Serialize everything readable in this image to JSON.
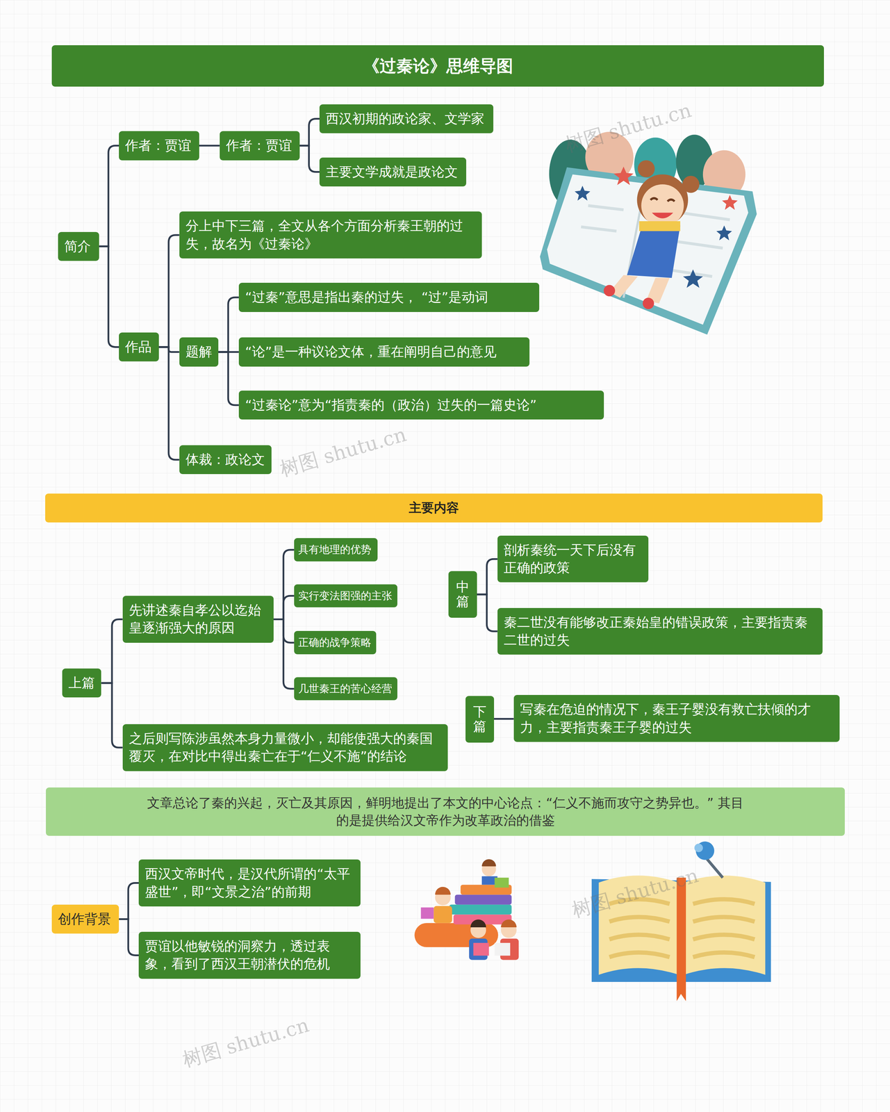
{
  "diagram": {
    "title": "《过秦论》思维导图",
    "nodes": [
      {
        "text": [
          "简介"
        ]
      },
      {
        "text": [
          "作者：贾谊"
        ]
      },
      {
        "text": [
          "作者：贾谊"
        ]
      },
      {
        "text": [
          "西汉初期的政论家、文学家"
        ]
      },
      {
        "text": [
          "主要文学成就是政论文"
        ]
      },
      {
        "text": [
          "作品"
        ]
      },
      {
        "text": [
          "分上中下三篇，全文从各个方面分析秦王朝的过失，故名为《过秦论》"
        ]
      },
      {
        "text": [
          "题解"
        ]
      },
      {
        "text": [
          "“过秦”意思是指出秦的过失， “过”是动词"
        ]
      },
      {
        "text": [
          "“论”是一种议论文体，重在阐明自己的意见"
        ]
      },
      {
        "text": [
          "“过秦论”意为“指责秦的（政治）过失的一篇史论”"
        ]
      },
      {
        "text": [
          "体裁：政论文"
        ]
      },
      {
        "text": [
          "主要内容"
        ]
      },
      {
        "text": [
          "上篇"
        ]
      },
      {
        "text": [
          "先讲述秦自孝公以迄始皇逐渐强大的原因"
        ]
      },
      {
        "text": [
          "具有地理的优势"
        ]
      },
      {
        "text": [
          "实行变法图强的主张"
        ]
      },
      {
        "text": [
          "正确的战争策略"
        ]
      },
      {
        "text": [
          "几世秦王的苦心经营"
        ]
      },
      {
        "text": [
          "之后则写陈涉虽然本身力量微小，却能使强大的秦国覆灭，在对比中得出秦亡在于“仁义不施”的结论"
        ]
      },
      {
        "text": [
          "中篇"
        ]
      },
      {
        "text": [
          "剖析秦统一天下后没有正确的政策"
        ]
      },
      {
        "text": [
          "秦二世没有能够改正秦始皇的错误政策，主要指责秦二世的过失"
        ]
      },
      {
        "text": [
          "下篇"
        ]
      },
      {
        "text": [
          "写秦在危迫的情况下，秦王子婴没有救亡扶倾的才力，主要指责秦王子婴的过失"
        ]
      },
      {
        "text": [
          "文章总论了秦的兴起，灭亡及其原因，鲜明地提出了本文的中心论点：“仁义不施而攻守之势异也。” 其目的是提供给汉文帝作为改革政治的借鉴"
        ]
      },
      {
        "text": [
          "创作背景"
        ]
      },
      {
        "text": [
          "西汉文帝时代，是汉代所谓的“太平盛世”，即“文景之治”的前期"
        ]
      },
      {
        "text": [
          "贾谊以他敏锐的洞察力，透过表象，看到了西汉王朝潜伏的危机"
        ]
      }
    ],
    "edges": [
      {
        "from": 0,
        "to": 1,
        "arrow": "none"
      },
      {
        "from": 0,
        "to": 5,
        "arrow": "none"
      },
      {
        "from": 1,
        "to": 2,
        "arrow": "none"
      },
      {
        "from": 2,
        "to": 3,
        "arrow": "none"
      },
      {
        "from": 2,
        "to": 4,
        "arrow": "none"
      },
      {
        "from": 5,
        "to": 6,
        "arrow": "none"
      },
      {
        "from": 5,
        "to": 7,
        "arrow": "none"
      },
      {
        "from": 5,
        "to": 11,
        "arrow": "none"
      },
      {
        "from": 7,
        "to": 8,
        "arrow": "none"
      },
      {
        "from": 7,
        "to": 9,
        "arrow": "none"
      },
      {
        "from": 7,
        "to": 10,
        "arrow": "none"
      },
      {
        "from": 13,
        "to": 14,
        "arrow": "none"
      },
      {
        "from": 13,
        "to": 19,
        "arrow": "none"
      },
      {
        "from": 14,
        "to": 15,
        "arrow": "none"
      },
      {
        "from": 14,
        "to": 16,
        "arrow": "none"
      },
      {
        "from": 14,
        "to": 17,
        "arrow": "none"
      },
      {
        "from": 14,
        "to": 18,
        "arrow": "none"
      },
      {
        "from": 20,
        "to": 21,
        "arrow": "none"
      },
      {
        "from": 20,
        "to": 22,
        "arrow": "none"
      },
      {
        "from": 23,
        "to": 24,
        "arrow": "none"
      },
      {
        "from": 26,
        "to": 27,
        "arrow": "none"
      },
      {
        "from": 26,
        "to": 28,
        "arrow": "none"
      }
    ],
    "labels": [
      "树图 shutu.cn",
      "树图 shutu.cn",
      "树图 shutu.cn",
      "树图 shutu.cn"
    ]
  }
}
